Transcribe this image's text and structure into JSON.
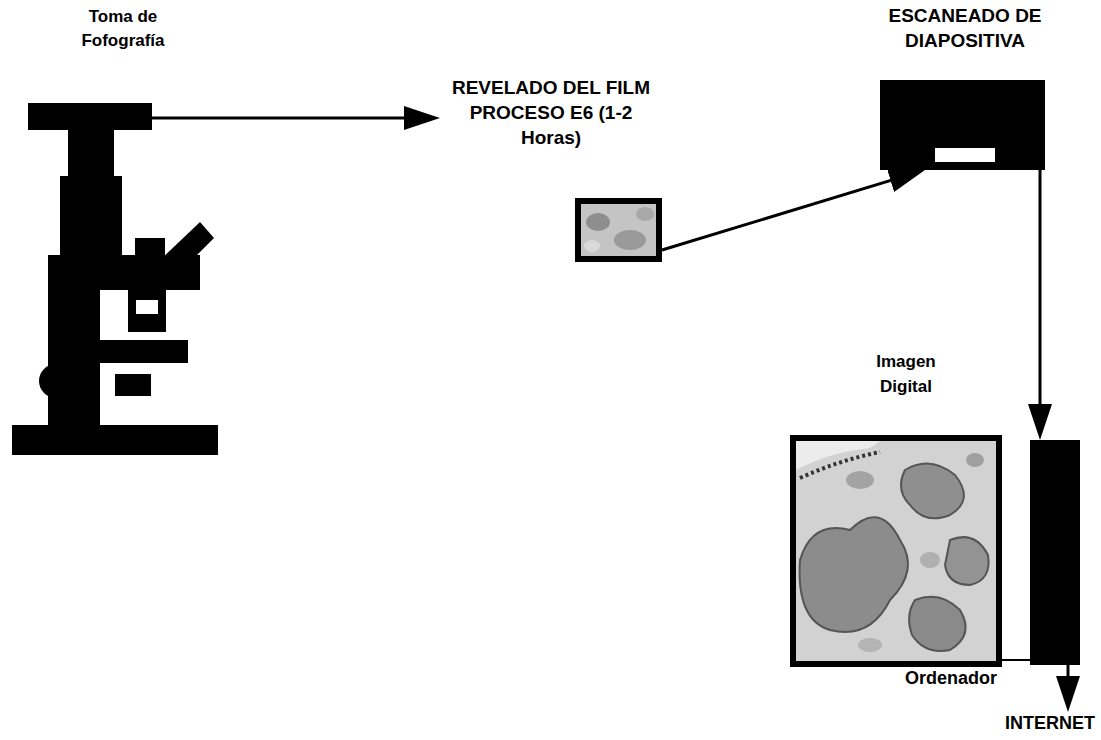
{
  "diagram": {
    "nodes": [
      {
        "text": [
          "Toma de Fofografía"
        ]
      },
      {
        "text": [
          "REVELADO DEL FILM PROCESO E6 (1-2 Horas)"
        ]
      },
      {
        "text": [
          "ESCANEADO DE DIAPOSITIVA"
        ]
      },
      {
        "text": [
          "Imagen Digital"
        ]
      },
      {
        "text": [
          "Ordenador"
        ]
      },
      {
        "text": [
          "INTERNET"
        ]
      }
    ],
    "edges": [
      {
        "from": 0,
        "to": 1,
        "arrow": "to"
      },
      {
        "from": 1,
        "to": 2,
        "arrow": "to"
      },
      {
        "from": 2,
        "to": 4,
        "arrow": "to"
      },
      {
        "from": 3,
        "to": 4,
        "arrow": "none"
      },
      {
        "from": 4,
        "to": 5,
        "arrow": "to"
      }
    ]
  }
}
